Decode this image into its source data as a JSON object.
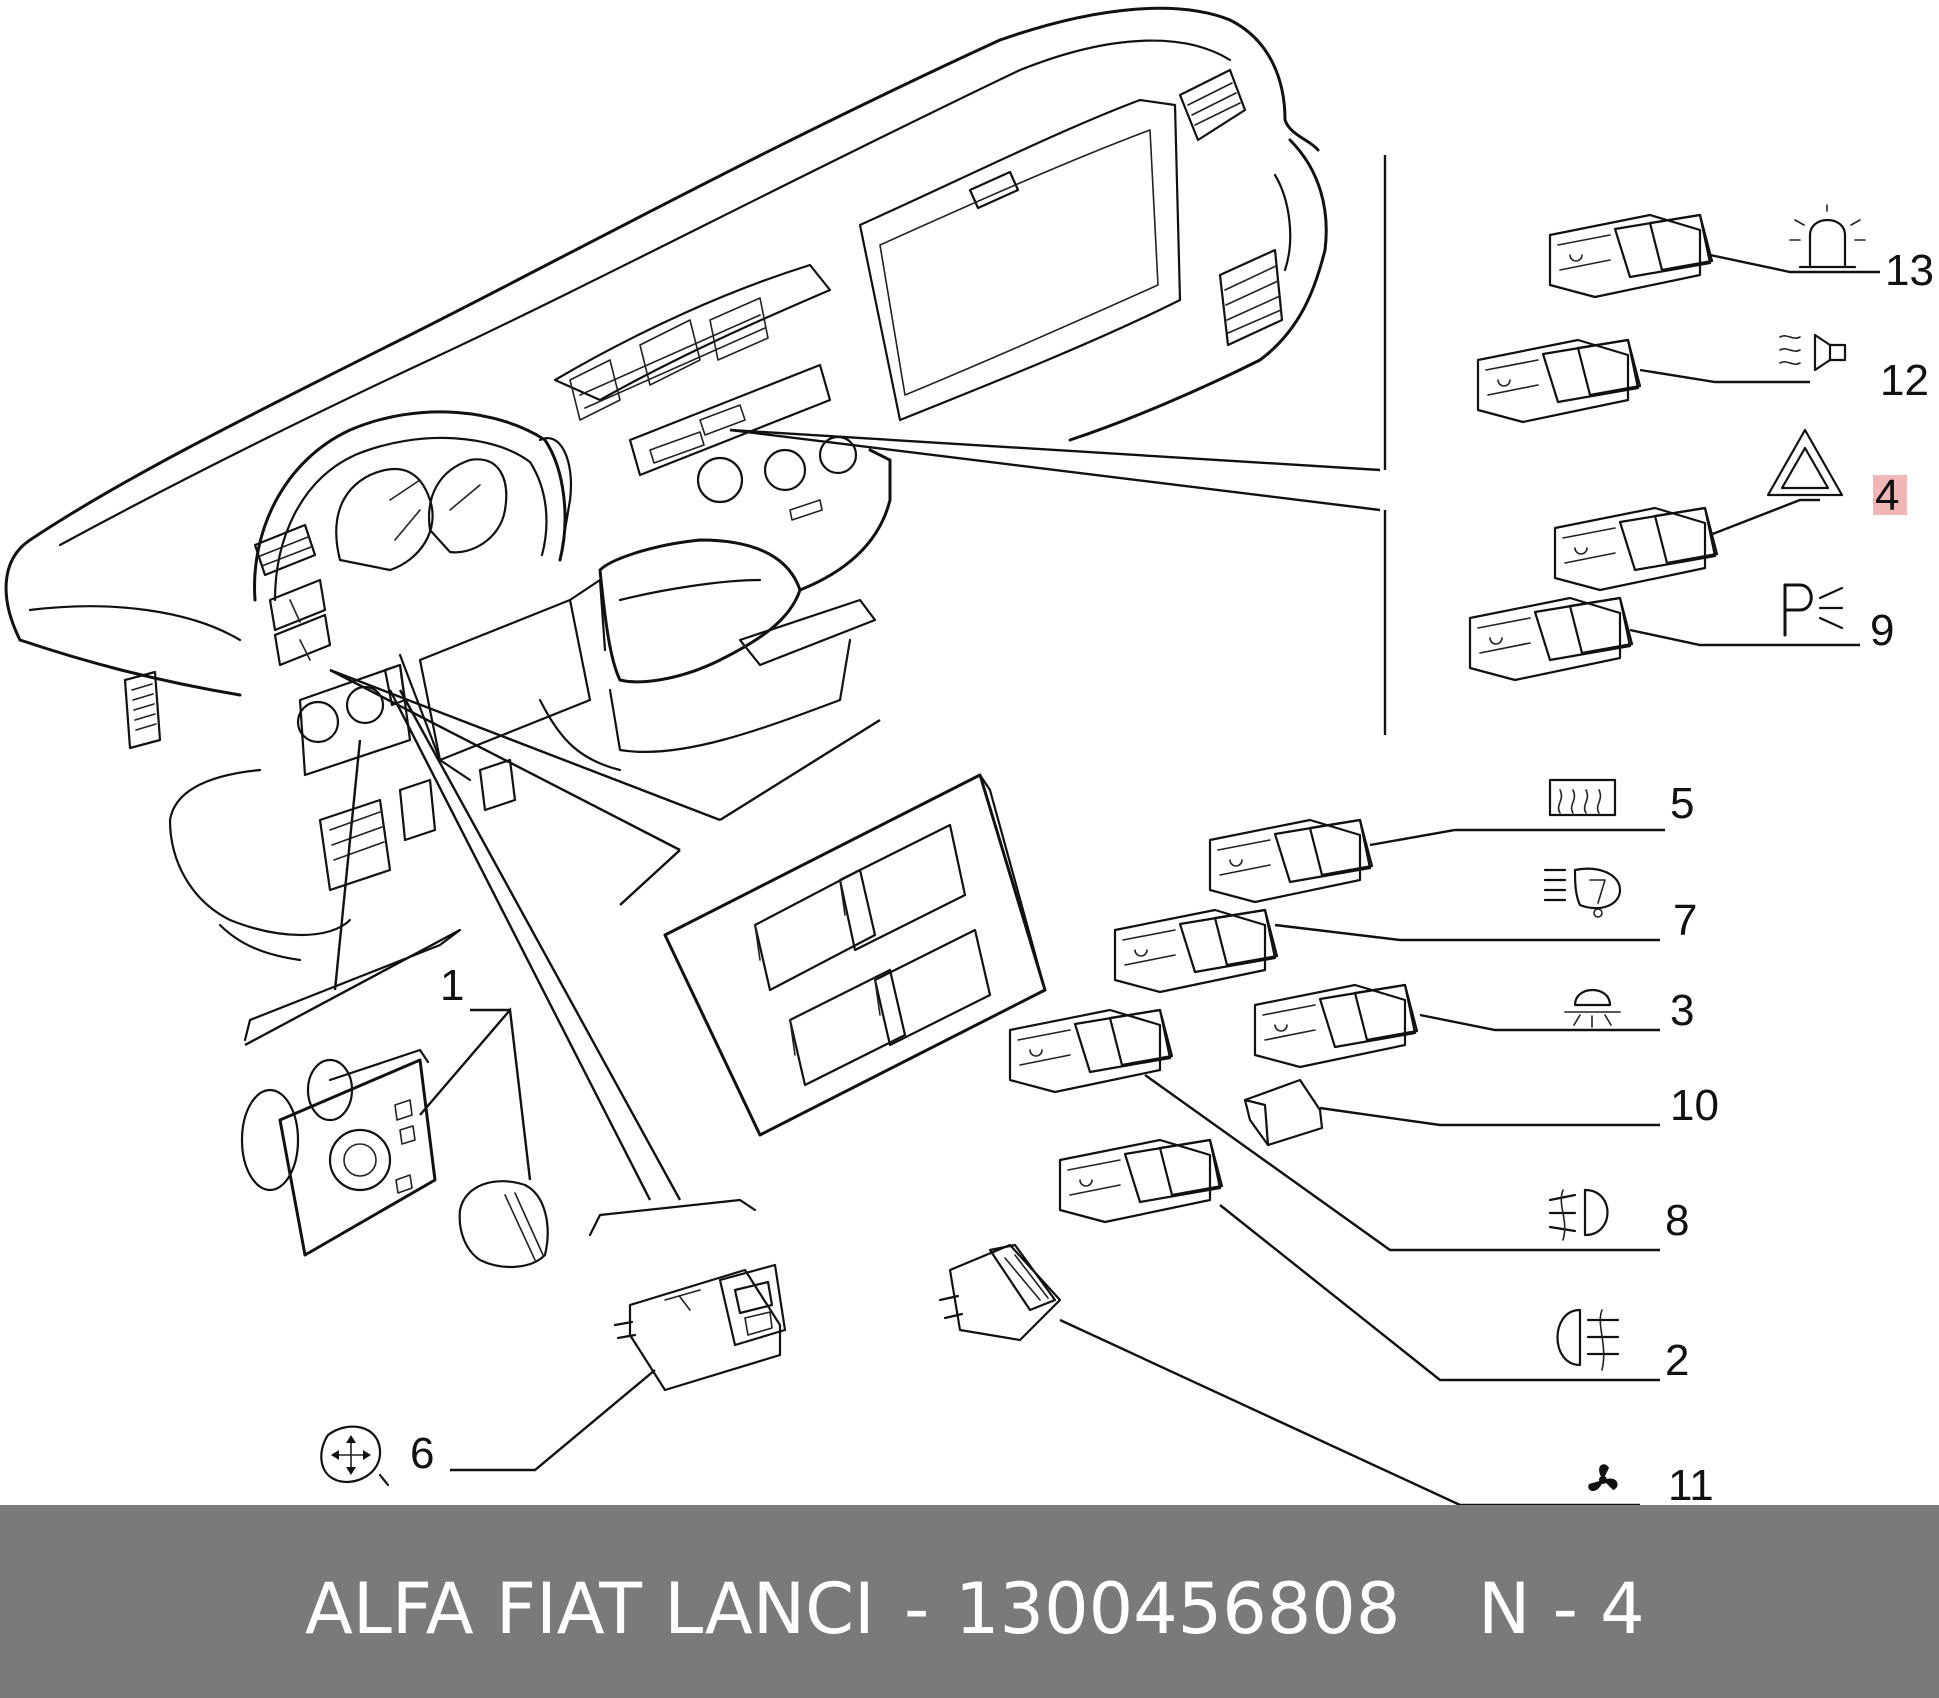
{
  "callouts": [
    {
      "id": "c13",
      "label": "13",
      "icon": "beacon-icon"
    },
    {
      "id": "c12",
      "label": "12",
      "icon": "horn-icon"
    },
    {
      "id": "c4",
      "label": "4",
      "icon": "hazard-triangle-icon",
      "highlight": "#f2b6b6"
    },
    {
      "id": "c9",
      "label": "9",
      "icon": "parking-light-icon"
    },
    {
      "id": "c5",
      "label": "5",
      "icon": "rear-defrost-icon"
    },
    {
      "id": "c7",
      "label": "7",
      "icon": "headlamp-leveling-icon"
    },
    {
      "id": "c3",
      "label": "3",
      "icon": "interior-light-icon"
    },
    {
      "id": "c10",
      "label": "10",
      "icon": "blank-cover"
    },
    {
      "id": "c8",
      "label": "8",
      "icon": "front-fog-light-icon"
    },
    {
      "id": "c2",
      "label": "2",
      "icon": "rear-fog-light-icon"
    },
    {
      "id": "c11",
      "label": "11",
      "icon": "fan-icon"
    },
    {
      "id": "c1",
      "label": "1",
      "icon": "light-switch"
    },
    {
      "id": "c6",
      "label": "6",
      "icon": "mirror-adjust-icon"
    }
  ],
  "footer": {
    "brand": "ALFA FIAT LANCI",
    "separator": "-",
    "part_number": "1300456808",
    "position": "N - 4",
    "background": "#7a7a7a"
  }
}
